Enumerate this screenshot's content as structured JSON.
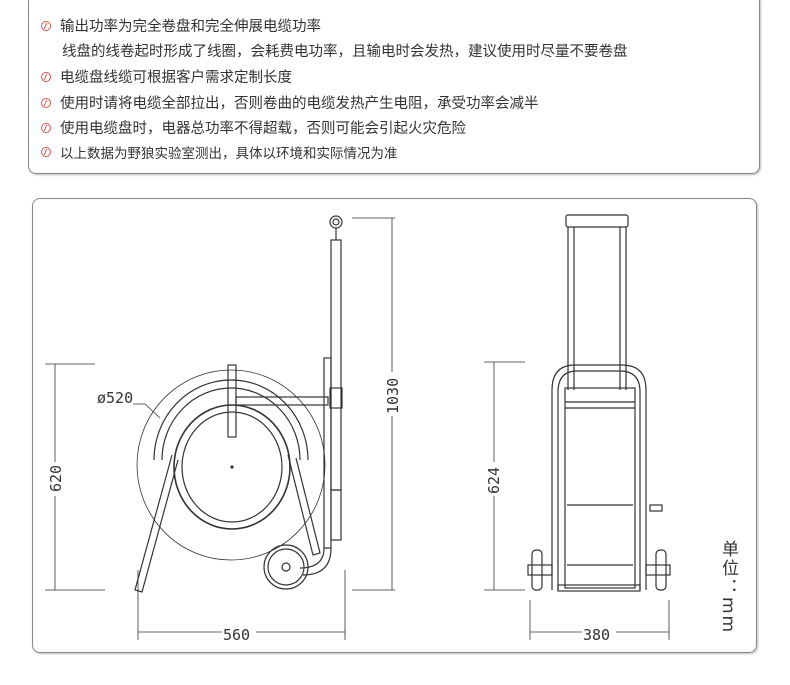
{
  "notes": [
    {
      "text": "输出功率为完全卷盘和完全伸展电缆功率",
      "continuation": "线盘的线卷起时形成了线圈，会耗费电功率，且输电时会发热，建议使用时尽量不要卷盘"
    },
    {
      "text": "电缆盘线缆可根据客户需求定制长度"
    },
    {
      "text": "使用时请将电缆全部拉出，否则卷曲的电缆发热产生电阻，承受功率会减半"
    },
    {
      "text": "使用电缆盘时，电器总功率不得超载，否则可能会引起火灾危险"
    },
    {
      "text": "以上数据为野狼实验室测出，具体以环境和实际情况为准"
    }
  ],
  "accent_color": "#d9534f",
  "drawing": {
    "side_view": {
      "diameter": "ø520",
      "height": "620",
      "total_height": "1030",
      "width": "560"
    },
    "front_view": {
      "height": "624",
      "width": "380"
    },
    "unit": "单位：mm"
  }
}
